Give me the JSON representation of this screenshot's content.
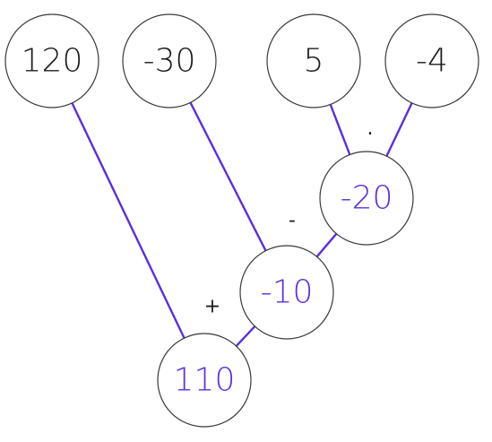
{
  "colors": {
    "edge": "#5b2ee0",
    "leaf_text": "#1c1c1c",
    "result_text": "#5b2ee0",
    "operator_text": "#1c1c1c"
  },
  "nodes": [
    {
      "id": "n120",
      "label": "120",
      "kind": "leaf"
    },
    {
      "id": "n-30",
      "label": "-30",
      "kind": "leaf"
    },
    {
      "id": "n5",
      "label": "5",
      "kind": "leaf"
    },
    {
      "id": "n-4",
      "label": "-4",
      "kind": "leaf"
    },
    {
      "id": "n-20",
      "label": "-20",
      "kind": "result"
    },
    {
      "id": "n-10",
      "label": "-10",
      "kind": "result"
    },
    {
      "id": "n110",
      "label": "110",
      "kind": "result"
    }
  ],
  "operations": [
    {
      "id": "op-multiply",
      "symbol": "·",
      "inputs": [
        "n5",
        "n-4"
      ],
      "output": "n-20"
    },
    {
      "id": "op-subtract",
      "symbol": "-",
      "inputs": [
        "n-30",
        "n-20"
      ],
      "output": "n-10"
    },
    {
      "id": "op-add",
      "symbol": "+",
      "inputs": [
        "n120",
        "n-10"
      ],
      "output": "n110"
    }
  ]
}
